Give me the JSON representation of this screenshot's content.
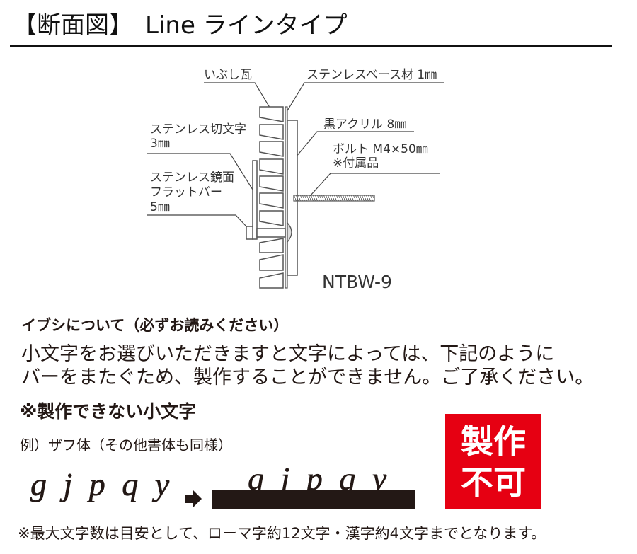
{
  "header": {
    "bracket_title": "【断面図】",
    "subtitle": "Line ラインタイプ"
  },
  "diagram": {
    "labels": {
      "ibushi_tile": "いぶし瓦",
      "base_plate": "ステンレスベース材 1㎜",
      "acrylic": "黒アクリル 8㎜",
      "bolt_line1": "ボルト M4×50㎜",
      "bolt_line2": "※付属品",
      "cut_letters_line1": "ステンレス切文字",
      "cut_letters_line2": "3㎜",
      "flat_bar_line1": "ステンレス鏡面",
      "flat_bar_line2": "フラットバー",
      "flat_bar_line3": "5㎜"
    },
    "model": "NTBW-9"
  },
  "notice": {
    "heading": "イブシについて（必ずお読みください）",
    "body_lines": [
      "小文字をお選びいただきますと文字によっては、下記のように",
      "バーをまたぐため、製作することができません。ご了承ください。"
    ]
  },
  "unavailable": {
    "heading": "※製作できない小文字",
    "example_label": "例）ザフ体（その他書体も同様）",
    "letters": "g j p q y",
    "arrow_icon": "right-arrow",
    "badge_lines": [
      "製作",
      "不可"
    ]
  },
  "footer_note": "※最大文字数は目安として、ローマ字約12文字・漢字約4文字までとなります。",
  "colors": {
    "badge_red": "#E60012",
    "text": "#231815",
    "diagram_stroke": "#555555"
  }
}
